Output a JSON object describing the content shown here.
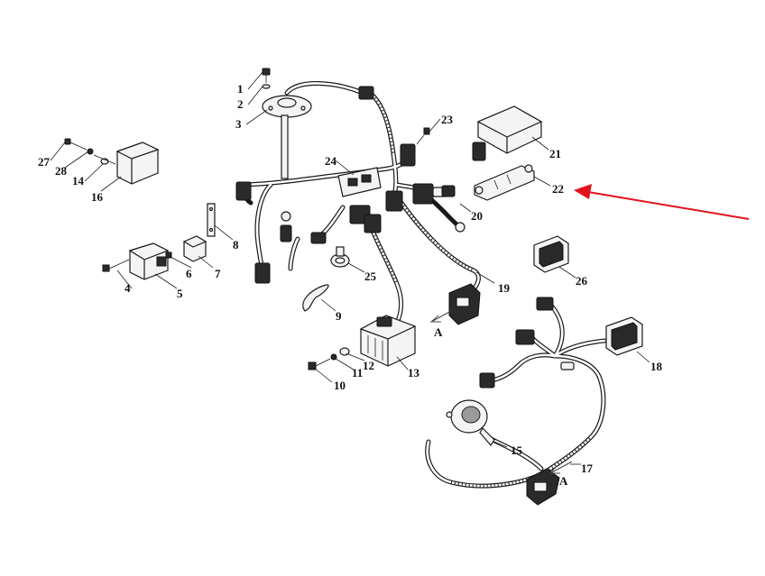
{
  "diagram": {
    "callouts": [
      "1",
      "2",
      "3",
      "4",
      "5",
      "6",
      "7",
      "8",
      "9",
      "10",
      "11",
      "12",
      "13",
      "14",
      "15",
      "16",
      "17",
      "18",
      "19",
      "20",
      "21",
      "22",
      "23",
      "24",
      "25",
      "26",
      "27",
      "28"
    ],
    "view_letters": [
      "A",
      "A"
    ],
    "colors": {
      "highlight_arrow": "#e0141b",
      "line": "#1a1a1a",
      "background": "#ffffff"
    }
  }
}
